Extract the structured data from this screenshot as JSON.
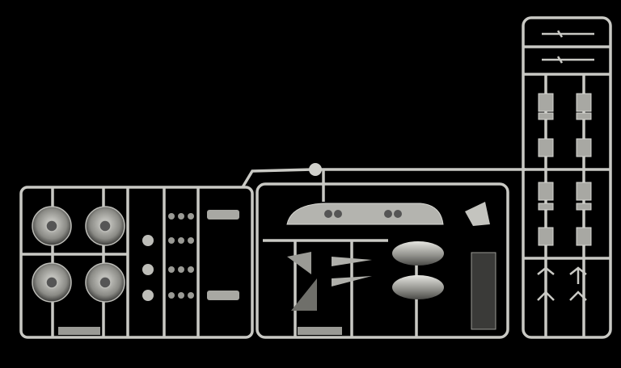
{
  "colors": {
    "background": "#000000",
    "sprue": "#c9c9c4",
    "part_shadow": "#7d7d78",
    "part_light": "#e4e4df"
  },
  "parts": {
    "wheels": 4,
    "track_blocks": 12,
    "drop_tanks": 2
  }
}
